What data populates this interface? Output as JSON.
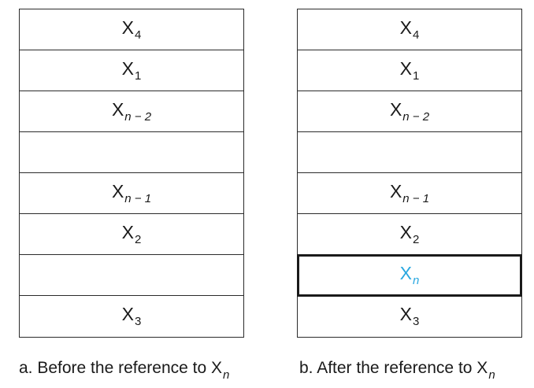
{
  "panels": [
    {
      "id": "a",
      "caption_prefix": "a. Before the reference to X",
      "caption_subscript": "n",
      "blocks": [
        {
          "base": "X",
          "sub": "4",
          "italic": false
        },
        {
          "base": "X",
          "sub": "1",
          "italic": false
        },
        {
          "base": "X",
          "sub": "n − 2",
          "italic": true
        },
        {
          "base": "",
          "sub": "",
          "italic": false
        },
        {
          "base": "X",
          "sub": "n − 1",
          "italic": true
        },
        {
          "base": "X",
          "sub": "2",
          "italic": false
        },
        {
          "base": "",
          "sub": "",
          "italic": false
        },
        {
          "base": "X",
          "sub": "3",
          "italic": false
        }
      ]
    },
    {
      "id": "b",
      "caption_prefix": "b. After the reference to X",
      "caption_subscript": "n",
      "highlight_index": 6,
      "blocks": [
        {
          "base": "X",
          "sub": "4",
          "italic": false
        },
        {
          "base": "X",
          "sub": "1",
          "italic": false
        },
        {
          "base": "X",
          "sub": "n − 2",
          "italic": true
        },
        {
          "base": "",
          "sub": "",
          "italic": false
        },
        {
          "base": "X",
          "sub": "n − 1",
          "italic": true
        },
        {
          "base": "X",
          "sub": "2",
          "italic": false
        },
        {
          "base": "X",
          "sub": "n",
          "italic": true
        },
        {
          "base": "X",
          "sub": "3",
          "italic": false
        }
      ]
    }
  ],
  "colors": {
    "highlight_text": "#2aa8e0",
    "border": "#2b2b2b"
  }
}
